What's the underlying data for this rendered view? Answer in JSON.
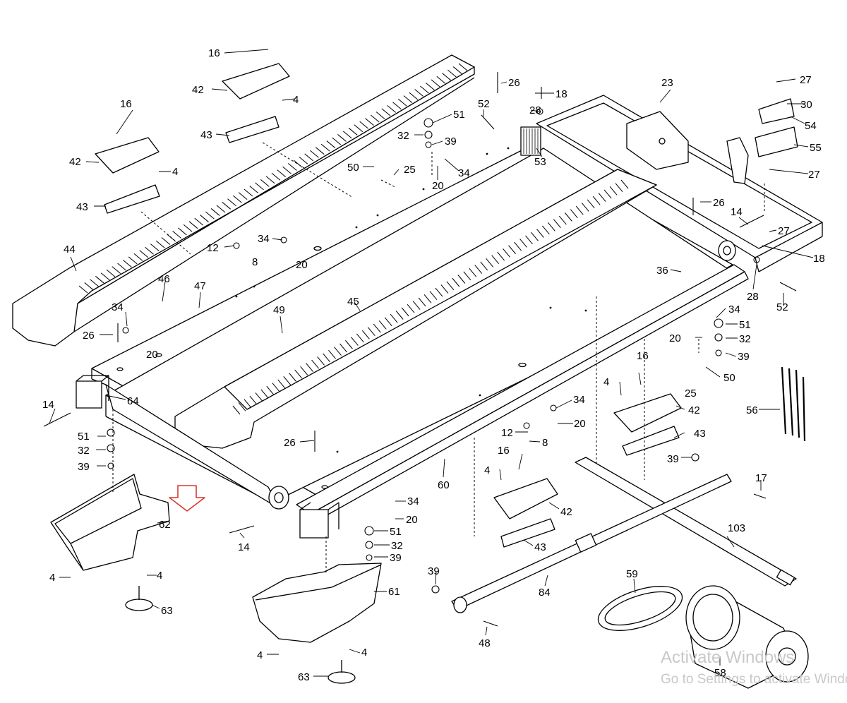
{
  "diagram": {
    "labels": [
      "16",
      "42",
      "4",
      "43",
      "16",
      "42",
      "4",
      "43",
      "44",
      "46",
      "47",
      "49",
      "12",
      "8",
      "34",
      "20",
      "34",
      "26",
      "20",
      "14",
      "64",
      "51",
      "32",
      "39",
      "62",
      "4",
      "4",
      "63",
      "26",
      "18",
      "52",
      "28",
      "51",
      "32",
      "39",
      "50",
      "25",
      "34",
      "20",
      "53",
      "23",
      "27",
      "30",
      "54",
      "55",
      "27",
      "26",
      "14",
      "27",
      "18",
      "36",
      "28",
      "52",
      "45",
      "34",
      "51",
      "20",
      "32",
      "39",
      "16",
      "50",
      "25",
      "4",
      "42",
      "43",
      "56",
      "34",
      "20",
      "12",
      "8",
      "26",
      "60",
      "39",
      "17",
      "14",
      "34",
      "20",
      "51",
      "32",
      "39",
      "61",
      "4",
      "4",
      "63",
      "16",
      "4",
      "42",
      "43",
      "103",
      "39",
      "84",
      "48",
      "59",
      "58"
    ]
  },
  "watermark": {
    "line1": "Activate Windows",
    "line2": "Go to Settings to activate Windows."
  }
}
